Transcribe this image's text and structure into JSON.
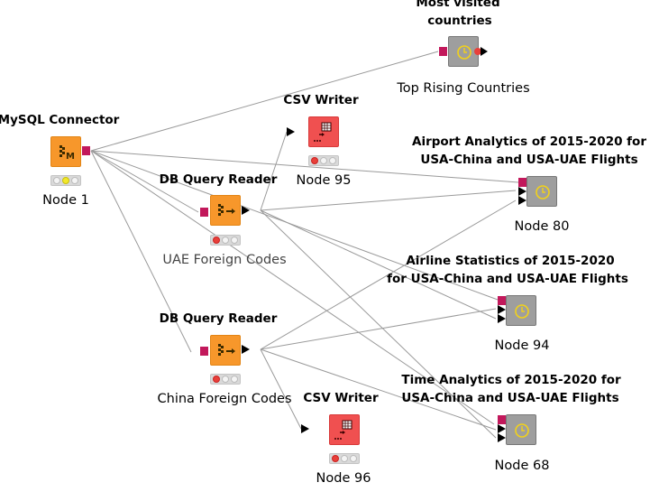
{
  "workflow": {
    "nodes": {
      "mysql_connector": {
        "title": "MySQL Connector",
        "label": "Node 1",
        "status": "configured"
      },
      "db_query_uae": {
        "title": "DB Query Reader",
        "label": "UAE Foreign Codes",
        "status": "idle"
      },
      "db_query_china": {
        "title": "DB Query Reader",
        "label": "China Foreign Codes",
        "status": "idle"
      },
      "csv_writer_95": {
        "title": "CSV Writer",
        "label": "Node 95",
        "status": "idle"
      },
      "csv_writer_96": {
        "title": "CSV Writer",
        "label": "Node 96",
        "status": "idle"
      },
      "top_rising": {
        "title_line1": "Most visited",
        "title_line2": "countries",
        "label": "Top Rising Countries"
      },
      "node80": {
        "title_line1": "Airport Analytics of 2015-2020 for",
        "title_line2": "USA-China and USA-UAE Flights",
        "label": "Node 80"
      },
      "node94": {
        "title_line1": "Airline Statistics of 2015-2020",
        "title_line2": "for USA-China and USA-UAE Flights",
        "label": "Node 94"
      },
      "node68": {
        "title_line1": "Time Analytics of 2015-2020 for",
        "title_line2": "USA-China and USA-UAE Flights",
        "label": "Node 68"
      }
    },
    "colors": {
      "db_node": "#f7972b",
      "writer_node": "#f05050",
      "component_node": "#9e9e9e",
      "db_port": "#c2185b",
      "connection": "#9a9a9a"
    },
    "icons": {
      "mysql_connector": "database-m-icon",
      "db_query": "database-arrow-icon",
      "csv_writer": "table-export-icon",
      "component": "clock-icon"
    }
  }
}
